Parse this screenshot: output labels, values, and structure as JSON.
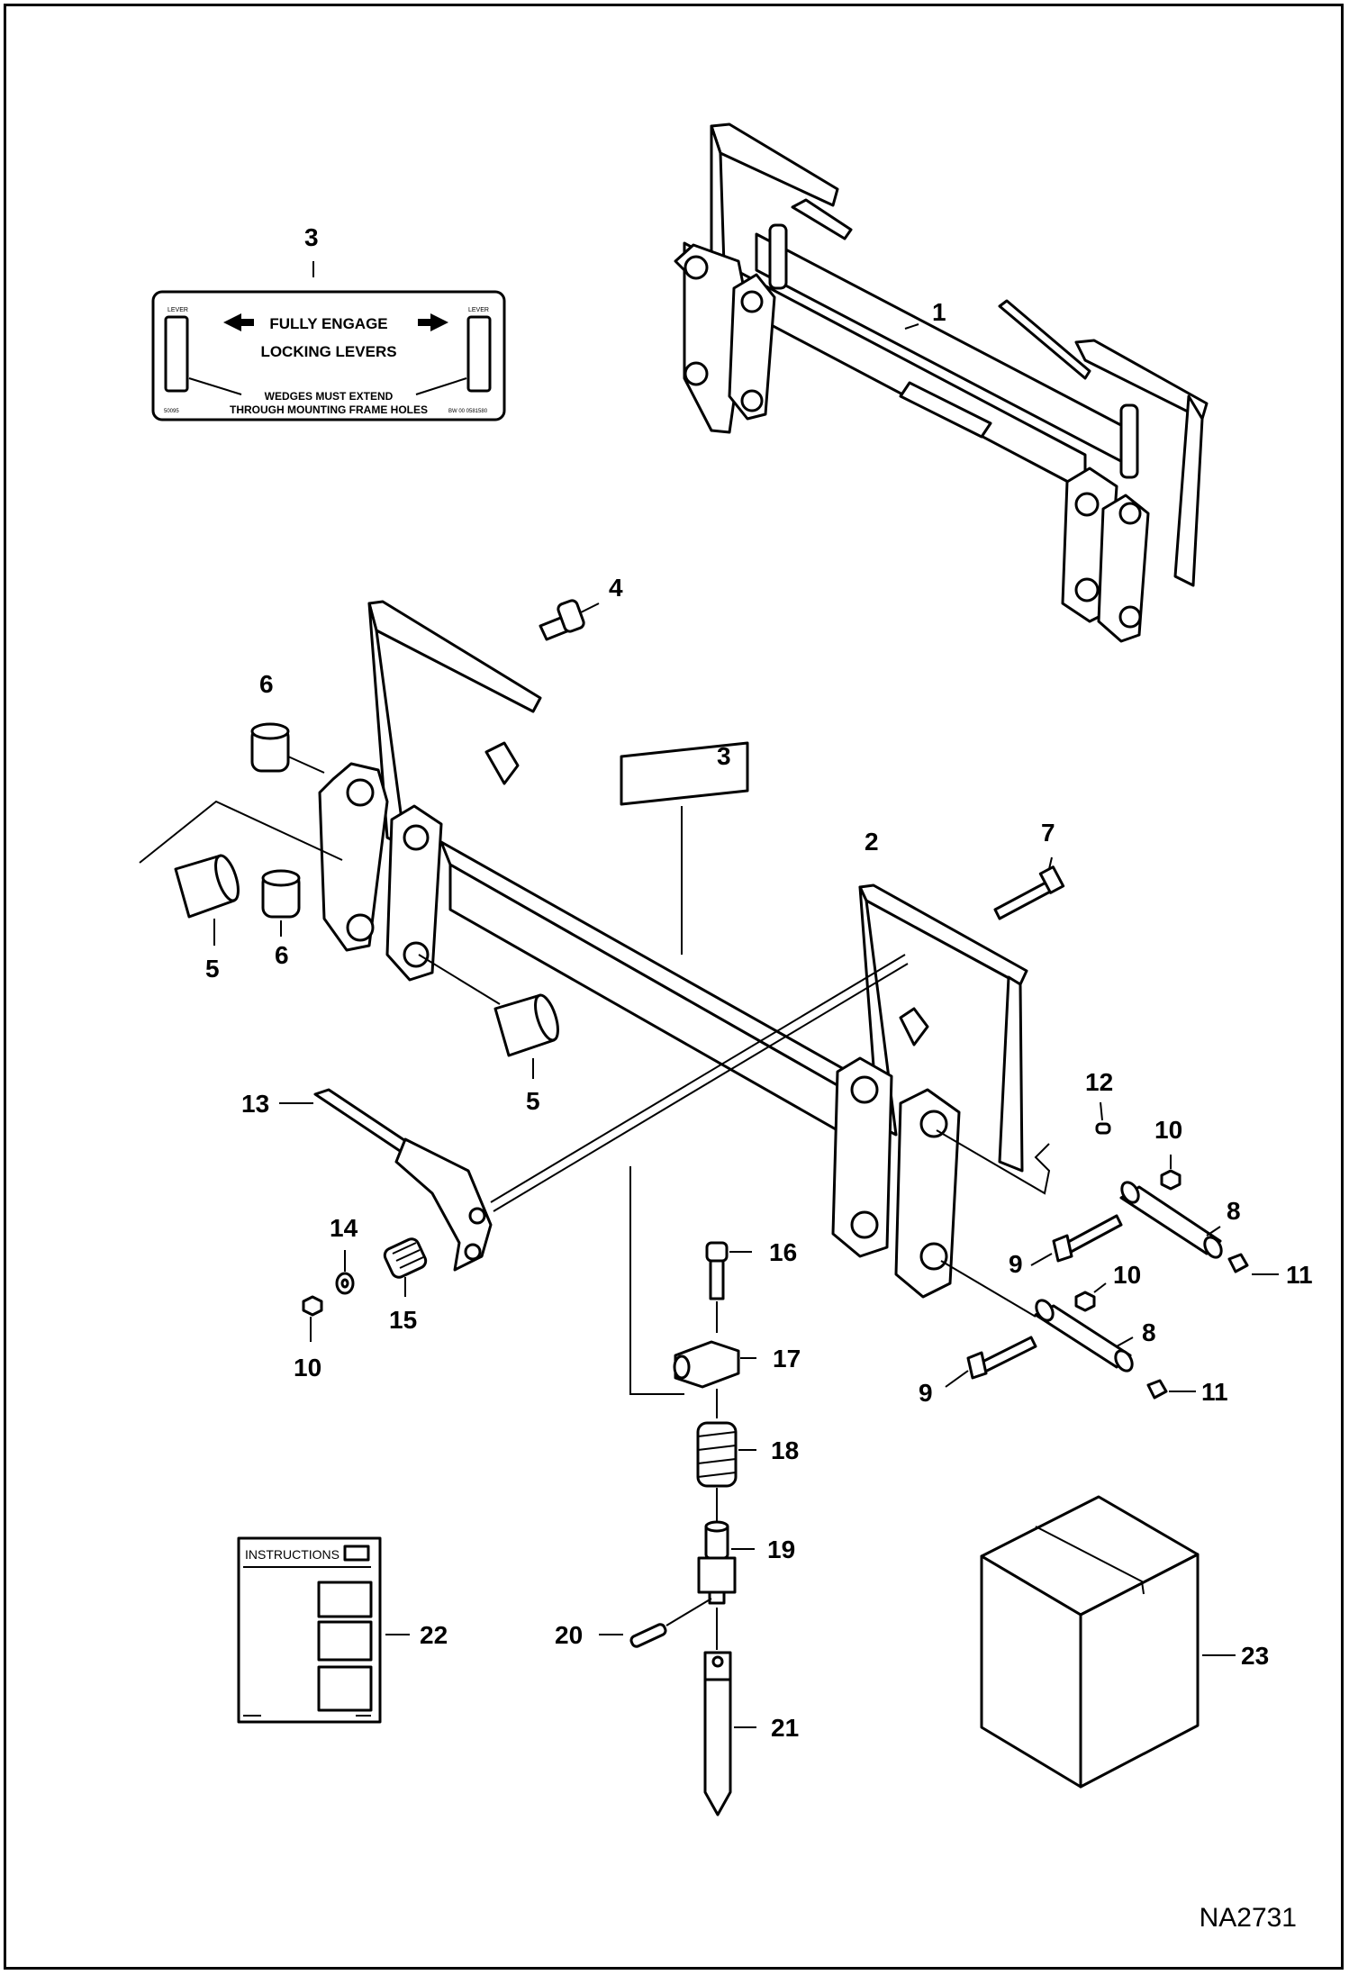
{
  "callouts": {
    "c1": "1",
    "c2": "2",
    "c3a": "3",
    "c3b": "3",
    "c4": "4",
    "c5a": "5",
    "c5b": "5",
    "c6a": "6",
    "c6b": "6",
    "c7": "7",
    "c8a": "8",
    "c8b": "8",
    "c9a": "9",
    "c9b": "9",
    "c10a": "10",
    "c10b": "10",
    "c10c": "10",
    "c11a": "11",
    "c11b": "11",
    "c12": "12",
    "c13": "13",
    "c14": "14",
    "c15": "15",
    "c16": "16",
    "c17": "17",
    "c18": "18",
    "c19": "19",
    "c20": "20",
    "c21": "21",
    "c22": "22",
    "c23": "23"
  },
  "decal": {
    "line1": "FULLY ENGAGE",
    "line2": "LOCKING LEVERS",
    "line3": "WEDGES MUST EXTEND",
    "line4": "THROUGH MOUNTING FRAME HOLES",
    "lever_left": "LEVER",
    "lever_right": "LEVER",
    "code_left": "50095",
    "code_right": "BW 00 0581580"
  },
  "manual": {
    "title": "INSTRUCTIONS"
  },
  "reference_id": "NA2731"
}
